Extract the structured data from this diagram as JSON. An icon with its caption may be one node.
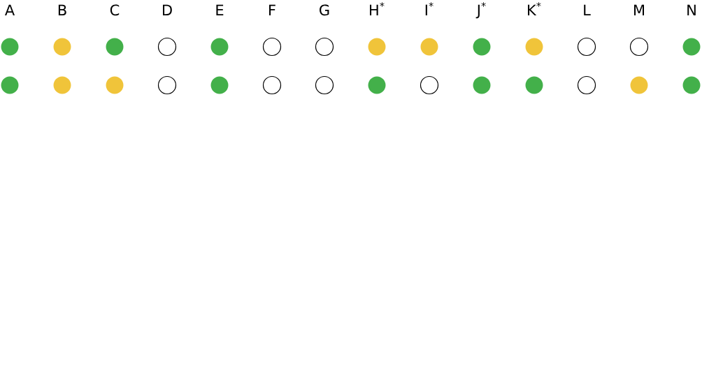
{
  "diagram": {
    "nodes": [
      {
        "text": [],
        "shape": "circle"
      },
      {
        "text": [],
        "shape": "circle"
      },
      {
        "text": [],
        "shape": "circle"
      },
      {
        "text": [],
        "shape": "circle"
      },
      {
        "text": [],
        "shape": "circle"
      },
      {
        "text": [],
        "shape": "circle"
      },
      {
        "text": [],
        "shape": "circle"
      },
      {
        "text": [],
        "shape": "circle"
      },
      {
        "text": [],
        "shape": "circle"
      },
      {
        "text": [],
        "shape": "circle"
      },
      {
        "text": [],
        "shape": "circle"
      },
      {
        "text": [],
        "shape": "circle"
      },
      {
        "text": [],
        "shape": "circle"
      },
      {
        "text": [],
        "shape": "circle"
      },
      {
        "text": [],
        "shape": "circle"
      },
      {
        "text": [],
        "shape": "circle"
      },
      {
        "text": [],
        "shape": "circle"
      },
      {
        "text": [],
        "shape": "circle"
      },
      {
        "text": [],
        "shape": "circle"
      },
      {
        "text": [],
        "shape": "circle"
      },
      {
        "text": [],
        "shape": "circle"
      },
      {
        "text": [],
        "shape": "circle"
      },
      {
        "text": [],
        "shape": "circle"
      },
      {
        "text": [],
        "shape": "circle"
      },
      {
        "text": [],
        "shape": "circle"
      },
      {
        "text": [],
        "shape": "circle"
      },
      {
        "text": [],
        "shape": "circle"
      },
      {
        "text": [],
        "shape": "circle"
      }
    ],
    "labels": [
      "A",
      "B",
      "C",
      "D",
      "E",
      "F",
      "G",
      "H$^{*}$",
      "I$^{*}$",
      "J$^{*}$",
      "K$^{*}$",
      "L",
      "M",
      "N"
    ]
  }
}
